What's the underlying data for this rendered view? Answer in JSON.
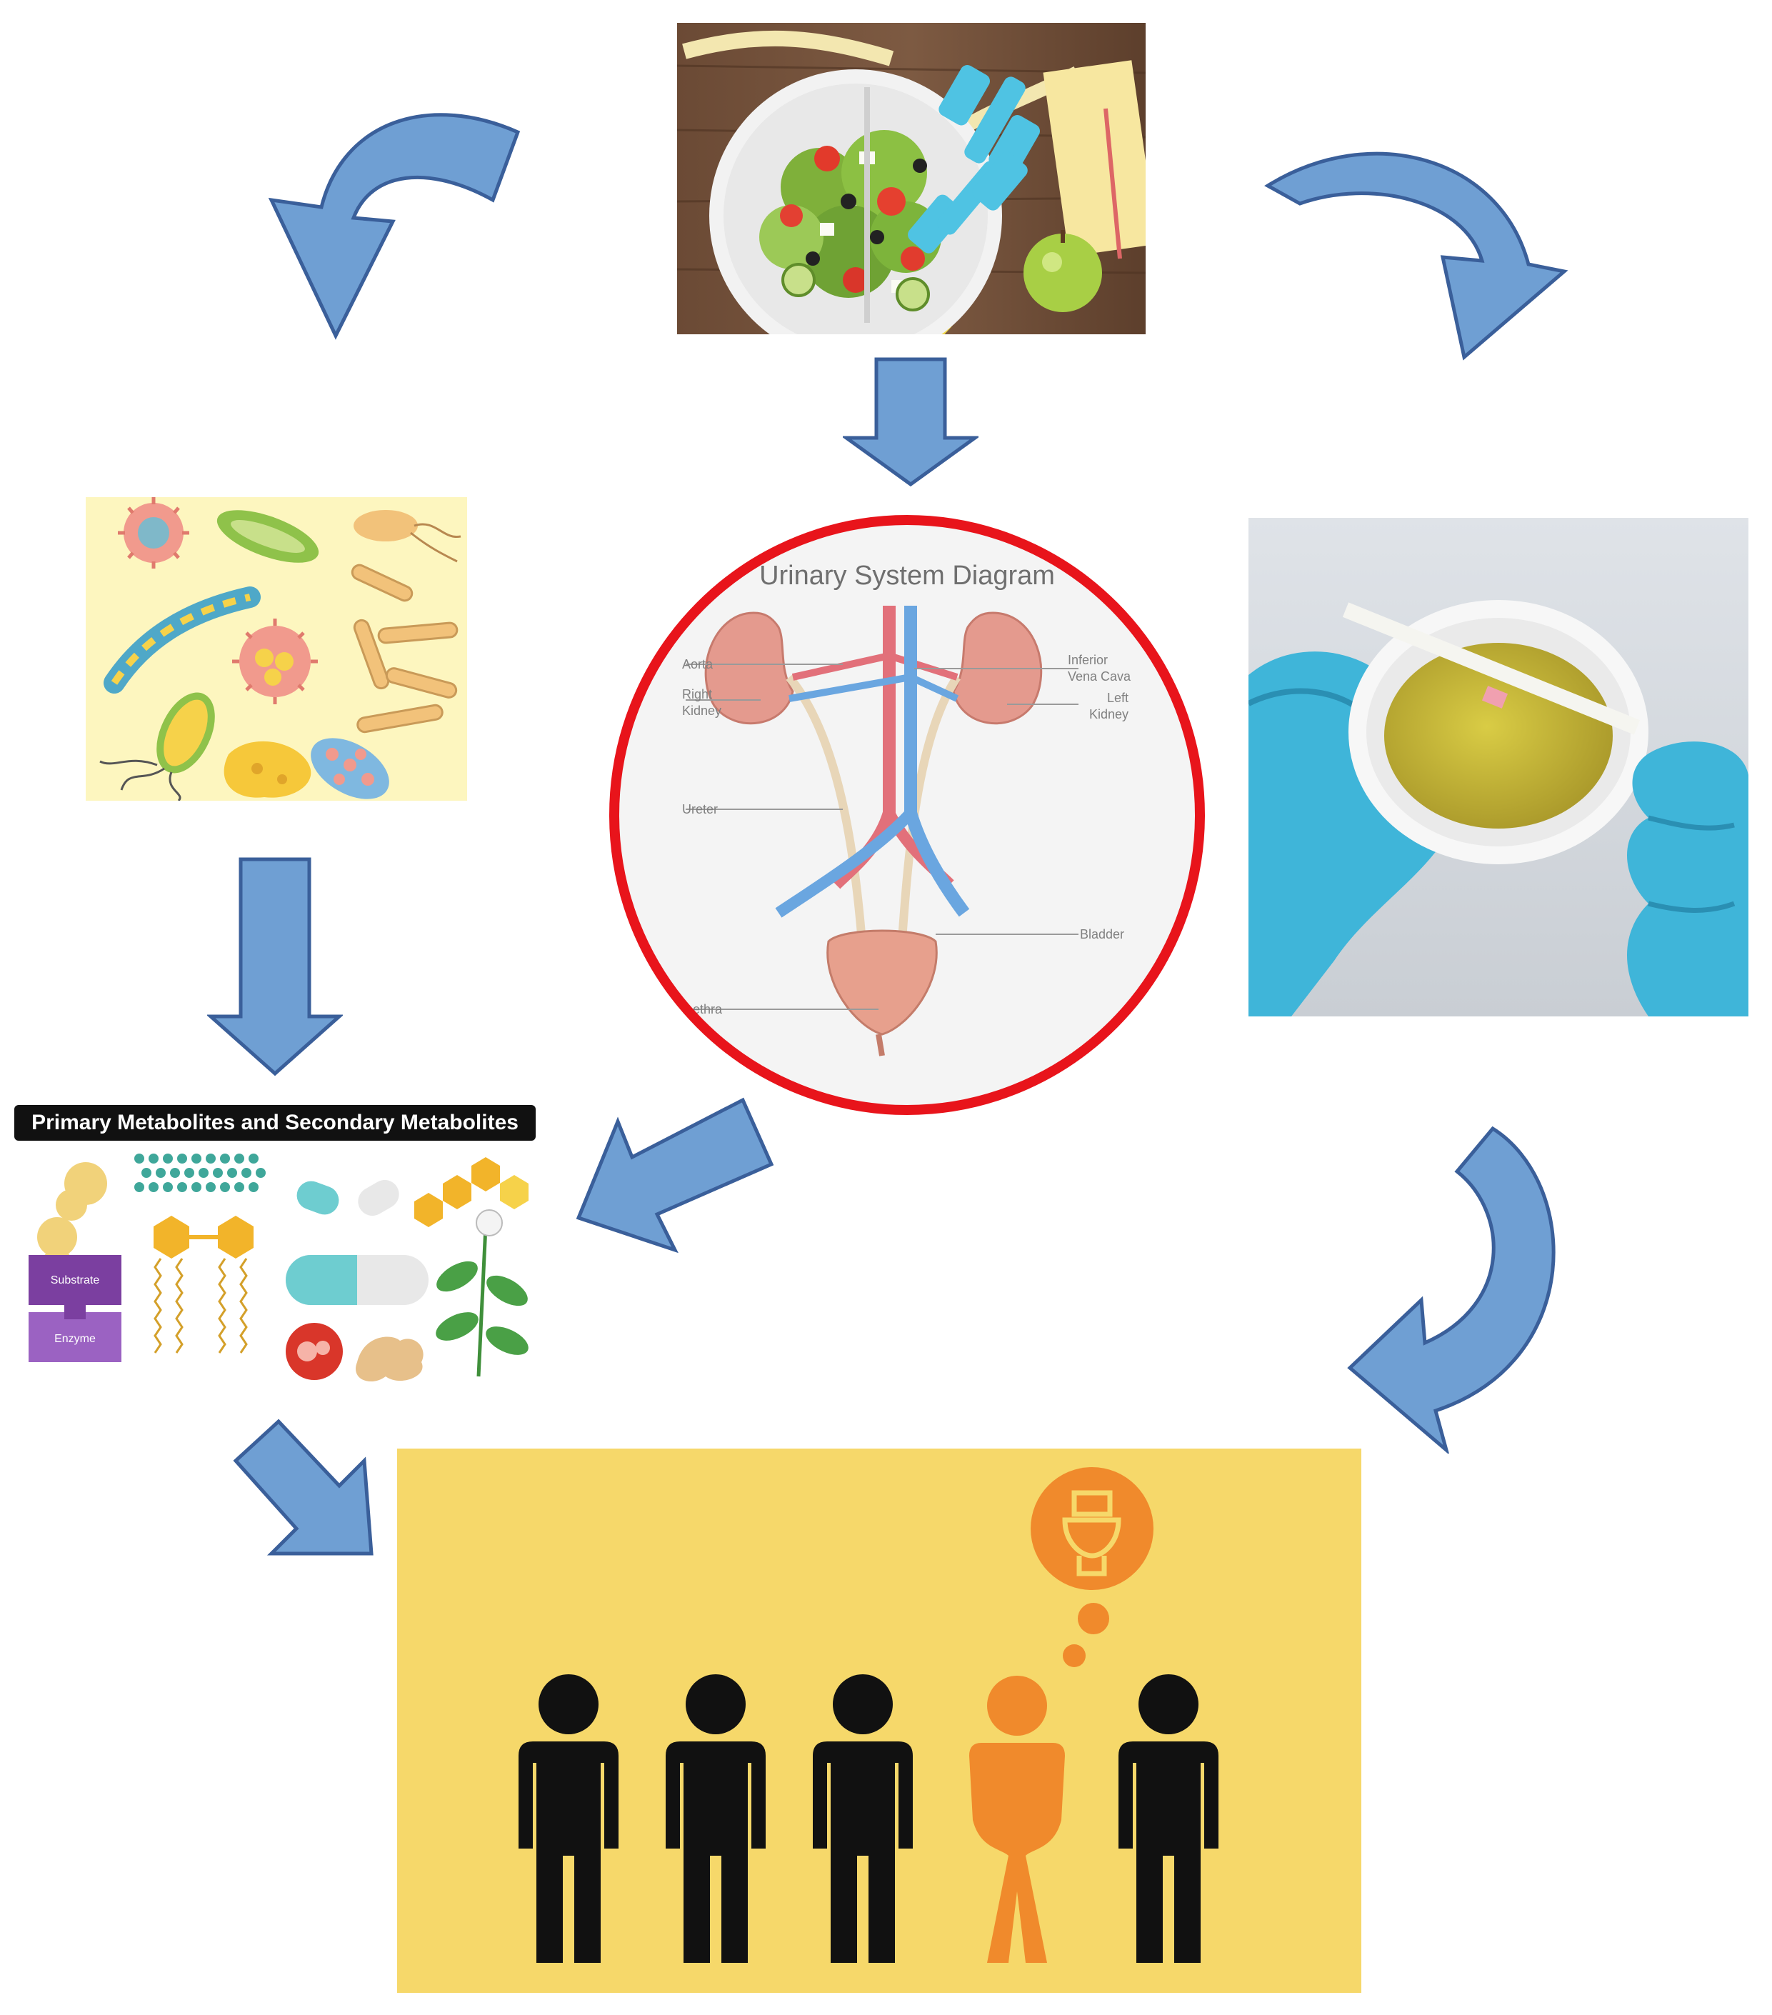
{
  "urinary": {
    "title": "Urinary System Diagram",
    "labels": {
      "aorta": "Aorta",
      "right_kidney_1": "Right",
      "right_kidney_2": "Kidney",
      "ureter": "Ureter",
      "ivc_1": "Inferior",
      "ivc_2": "Vena Cava",
      "left_kidney_1": "Left",
      "left_kidney_2": "Kidney",
      "bladder": "Bladder",
      "urethra": "ethra"
    },
    "ring_color": "#e8141b"
  },
  "metabolites": {
    "title": "Primary Metabolites and Secondary Metabolites",
    "substrate": "Substrate",
    "enzyme": "Enzyme"
  },
  "colors": {
    "arrow_fill": "#6f9fd3",
    "arrow_stroke": "#3a5f9a",
    "toilet_panel_bg": "#f6d86a",
    "person_dark": "#111111",
    "person_highlight": "#f08a2c"
  },
  "icons": [
    "diet-exercise-photo",
    "microbes-illustration",
    "urine-test-photo",
    "toilet-icon",
    "person-icon"
  ]
}
